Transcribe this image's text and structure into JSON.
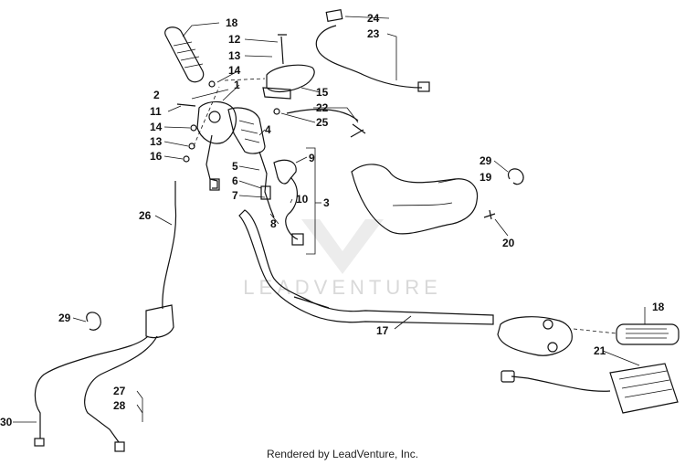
{
  "callouts": {
    "c1": "1",
    "c2": "2",
    "c3": "3",
    "c4": "4",
    "c5": "5",
    "c6": "6",
    "c7": "7",
    "c8": "8",
    "c9": "9",
    "c10": "10",
    "c11": "11",
    "c12": "12",
    "c13a": "13",
    "c13b": "13",
    "c14a": "14",
    "c14b": "14",
    "c15": "15",
    "c16": "16",
    "c17": "17",
    "c18a": "18",
    "c18b": "18",
    "c19": "19",
    "c20": "20",
    "c21": "21",
    "c22": "22",
    "c23": "23",
    "c24": "24",
    "c25": "25",
    "c26": "26",
    "c27": "27",
    "c28": "28",
    "c29a": "29",
    "c29b": "29",
    "c30": "30"
  },
  "watermark": {
    "text": "LEADVENTURE"
  },
  "footer": {
    "text": "Rendered by LeadVenture, Inc."
  },
  "colors": {
    "line": "#111111",
    "watermark": "#d9d9d9"
  }
}
